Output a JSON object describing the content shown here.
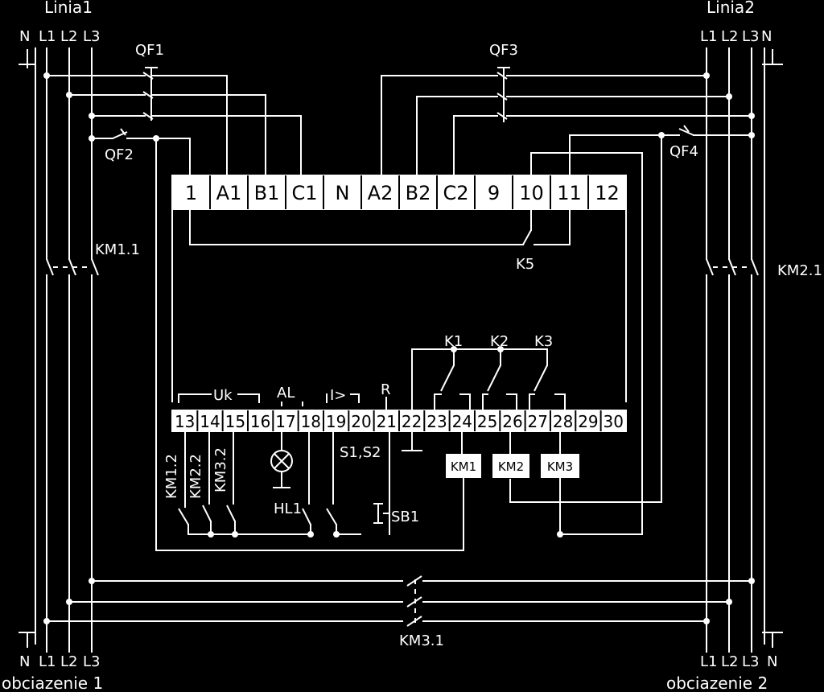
{
  "top_left": {
    "title": "Linia1",
    "phases": [
      "N",
      "L1",
      "L2",
      "L3"
    ]
  },
  "top_right": {
    "title": "Linia2",
    "phases": [
      "L1",
      "L2",
      "L3",
      "N"
    ]
  },
  "bottom_left": {
    "title": "obciazenie 1",
    "phases": [
      "N",
      "L1",
      "L2",
      "L3"
    ]
  },
  "bottom_right": {
    "title": "obciazenie 2",
    "phases": [
      "L1",
      "L2",
      "L3",
      "N"
    ]
  },
  "breakers": {
    "qf1": "QF1",
    "qf2": "QF2",
    "qf3": "QF3",
    "qf4": "QF4"
  },
  "contactors": {
    "km1_1": "KM1.1",
    "km2_1": "KM2.1",
    "km3_1": "KM3.1",
    "k5": "K5"
  },
  "top_terminals": [
    "1",
    "A1",
    "B1",
    "C1",
    "N",
    "A2",
    "B2",
    "C2",
    "9",
    "10",
    "11",
    "12"
  ],
  "bottom_terminals": [
    "13",
    "14",
    "15",
    "16",
    "17",
    "18",
    "19",
    "20",
    "21",
    "22",
    "23",
    "24",
    "25",
    "26",
    "27",
    "28",
    "29",
    "30"
  ],
  "group_labels": {
    "uk": "Uk",
    "al": "AL",
    "overcurrent": "I>",
    "r": "R"
  },
  "relays": {
    "k1": "K1",
    "k2": "K2",
    "k3": "K3"
  },
  "coils": {
    "km1": "KM1",
    "km2": "KM2",
    "km3": "KM3"
  },
  "aux_contacts": {
    "km1_2": "KM1.2",
    "km2_2": "KM2.2",
    "km3_2": "KM3.2"
  },
  "devices": {
    "hl1": "HL1",
    "s1s2": "S1,S2",
    "sb1": "SB1"
  }
}
